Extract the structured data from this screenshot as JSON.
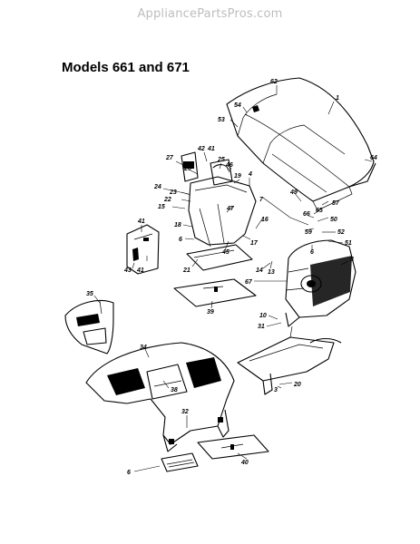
{
  "watermark": "AppliancePartsPros.com",
  "title": "Models 661 and 671",
  "callouts": [
    {
      "label": "62"
    },
    {
      "label": "1"
    },
    {
      "label": "54"
    },
    {
      "label": "53"
    },
    {
      "label": "64"
    },
    {
      "label": "42"
    },
    {
      "label": "41"
    },
    {
      "label": "27"
    },
    {
      "label": "26"
    },
    {
      "label": "25"
    },
    {
      "label": "46"
    },
    {
      "label": "19"
    },
    {
      "label": "4"
    },
    {
      "label": "24"
    },
    {
      "label": "23"
    },
    {
      "label": "22"
    },
    {
      "label": "15"
    },
    {
      "label": "47"
    },
    {
      "label": "7"
    },
    {
      "label": "49"
    },
    {
      "label": "57"
    },
    {
      "label": "65"
    },
    {
      "label": "66"
    },
    {
      "label": "50"
    },
    {
      "label": "18"
    },
    {
      "label": "16"
    },
    {
      "label": "6"
    },
    {
      "label": "45"
    },
    {
      "label": "17"
    },
    {
      "label": "59"
    },
    {
      "label": "52"
    },
    {
      "label": "51"
    },
    {
      "label": "41"
    },
    {
      "label": "43"
    },
    {
      "label": "41"
    },
    {
      "label": "21"
    },
    {
      "label": "6"
    },
    {
      "label": "8"
    },
    {
      "label": "14"
    },
    {
      "label": "13"
    },
    {
      "label": "67"
    },
    {
      "label": "35"
    },
    {
      "label": "39"
    },
    {
      "label": "10"
    },
    {
      "label": "31"
    },
    {
      "label": "34"
    },
    {
      "label": "38"
    },
    {
      "label": "20"
    },
    {
      "label": "32"
    },
    {
      "label": "40"
    },
    {
      "label": "6"
    },
    {
      "label": "3"
    }
  ]
}
